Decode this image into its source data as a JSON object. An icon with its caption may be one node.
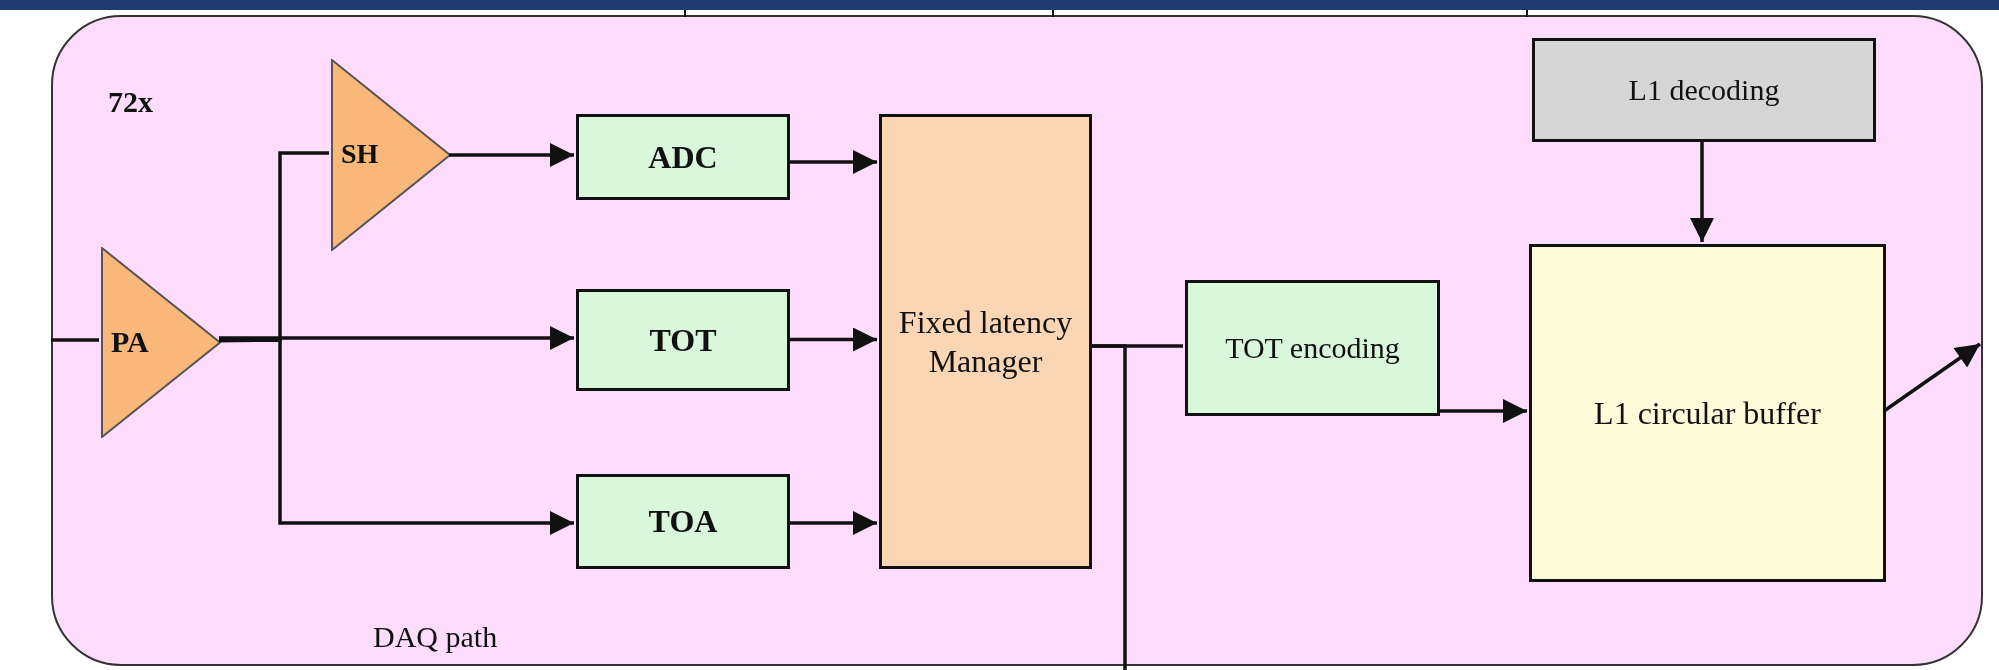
{
  "diagram": {
    "nodes": [
      {
        "text": [
          "72x",
          "DAQ path"
        ]
      },
      {
        "text": [
          "PA"
        ],
        "in": 0
      },
      {
        "text": [
          "SH"
        ],
        "in": 0
      },
      {
        "text": [
          "ADC"
        ],
        "in": 0
      },
      {
        "text": [
          "TOT"
        ],
        "in": 0
      },
      {
        "text": [
          "TOA"
        ],
        "in": 0
      },
      {
        "text": [
          "Fixed latency Manager"
        ],
        "in": 0
      },
      {
        "text": [
          "TOT encoding"
        ],
        "in": 0
      },
      {
        "text": [
          "L1 decoding"
        ],
        "in": 0
      },
      {
        "text": [
          "L1 circular buffer"
        ],
        "in": 0
      }
    ],
    "edges": [
      {
        "from": null,
        "to": 1,
        "arrow": "none"
      },
      {
        "from": 1,
        "to": 2,
        "arrow": "none"
      },
      {
        "from": 1,
        "to": 4,
        "arrow": "to"
      },
      {
        "from": 1,
        "to": 5,
        "arrow": "to"
      },
      {
        "from": 2,
        "to": 3,
        "arrow": "to"
      },
      {
        "from": 3,
        "to": 6,
        "arrow": "to"
      },
      {
        "from": 4,
        "to": 6,
        "arrow": "to"
      },
      {
        "from": 5,
        "to": 6,
        "arrow": "to"
      },
      {
        "from": 6,
        "to": 7,
        "arrow": "none"
      },
      {
        "from": 6,
        "to": null,
        "arrow": "none"
      },
      {
        "from": 7,
        "to": 9,
        "arrow": "to"
      },
      {
        "from": 8,
        "to": 9,
        "arrow": "to"
      },
      {
        "from": 9,
        "to": null,
        "arrow": "to"
      }
    ]
  }
}
